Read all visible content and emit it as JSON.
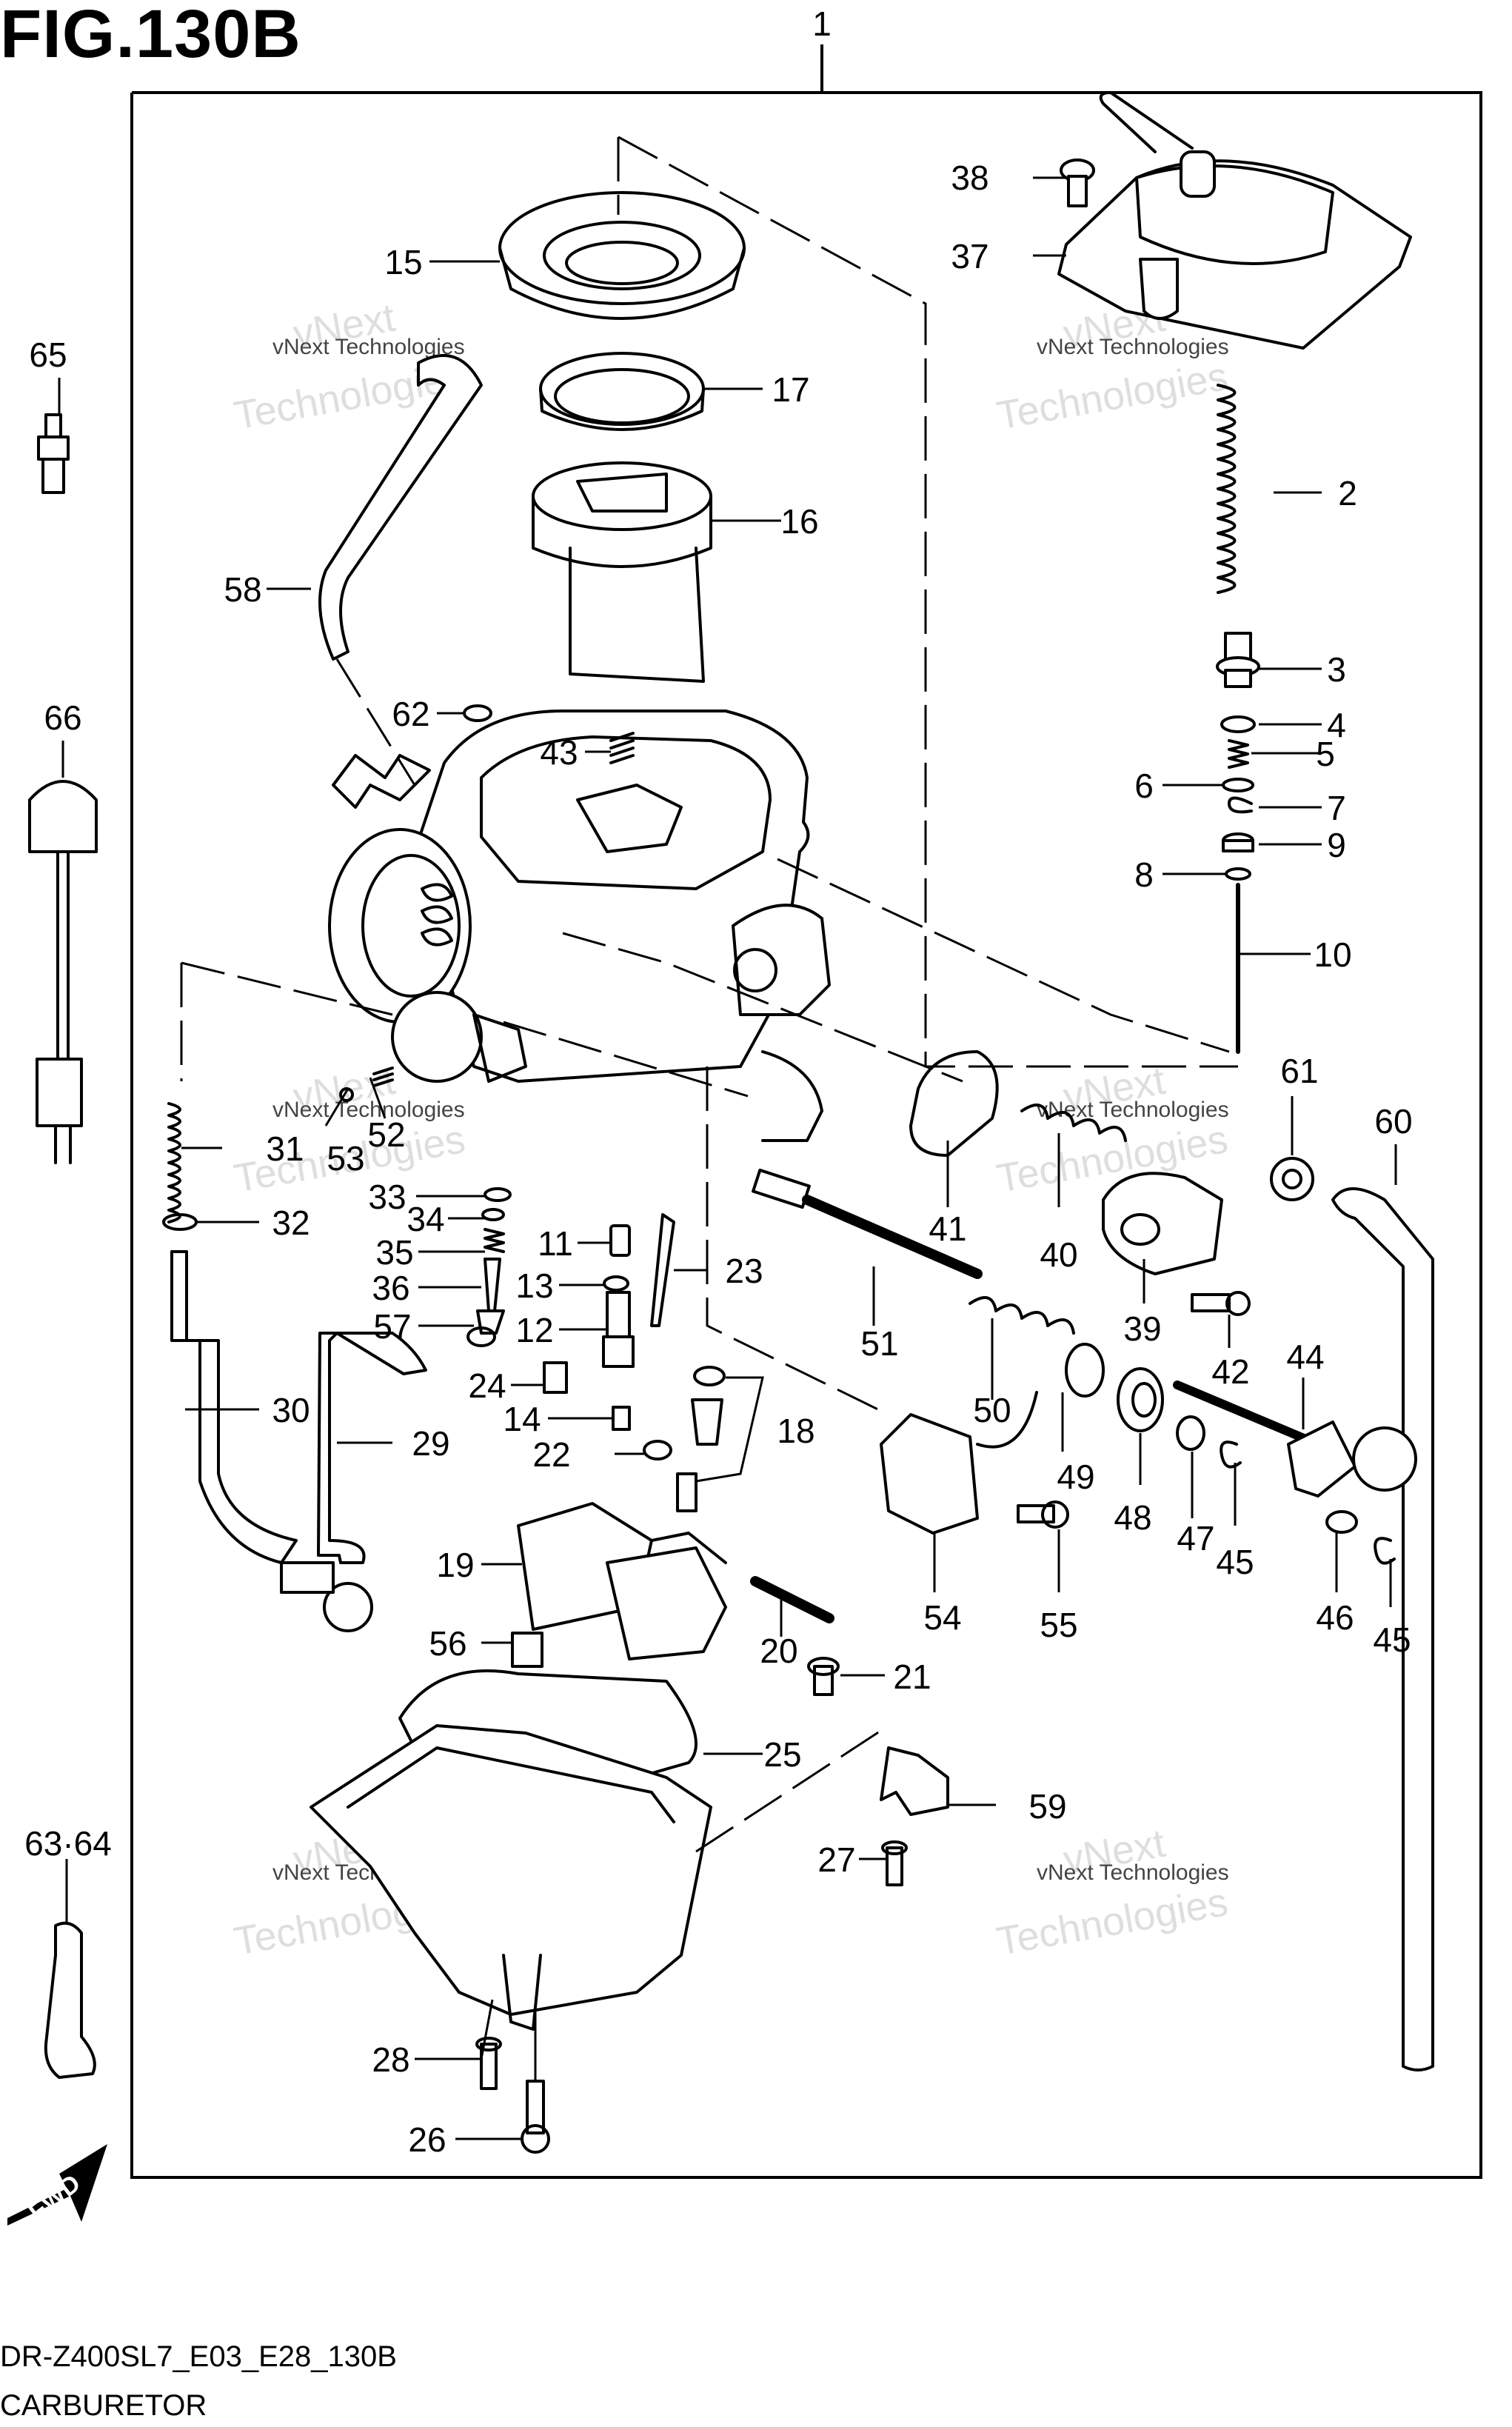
{
  "figure": {
    "title": "FIG.130B",
    "code": "DR-Z400SL7_E03_E28_130B",
    "name": "CARBURETOR",
    "fwd_label": "FWD"
  },
  "watermark": {
    "line1": "vNext Technologies",
    "line2": "Technologies",
    "line3": "vNext"
  },
  "callouts": {
    "c1": "1",
    "c2": "2",
    "c3": "3",
    "c4": "4",
    "c5": "5",
    "c6": "6",
    "c7": "7",
    "c8": "8",
    "c9": "9",
    "c10": "10",
    "c11": "11",
    "c12": "12",
    "c13": "13",
    "c14": "14",
    "c15": "15",
    "c16": "16",
    "c17": "17",
    "c18": "18",
    "c19": "19",
    "c20": "20",
    "c21": "21",
    "c22": "22",
    "c23": "23",
    "c24": "24",
    "c25": "25",
    "c26": "26",
    "c27": "27",
    "c28": "28",
    "c29": "29",
    "c30": "30",
    "c31": "31",
    "c32": "32",
    "c33": "33",
    "c34": "34",
    "c35": "35",
    "c36": "36",
    "c37": "37",
    "c38": "38",
    "c39": "39",
    "c40": "40",
    "c41": "41",
    "c42": "42",
    "c43": "43",
    "c44": "44",
    "c45a": "45",
    "c45b": "45",
    "c46": "46",
    "c47": "47",
    "c48": "48",
    "c49": "49",
    "c50": "50",
    "c51": "51",
    "c52": "52",
    "c53": "53",
    "c54": "54",
    "c55": "55",
    "c56": "56",
    "c57": "57",
    "c58": "58",
    "c59": "59",
    "c60": "60",
    "c61": "61",
    "c62": "62",
    "c63_64": "63·64",
    "c65": "65",
    "c66": "66"
  }
}
